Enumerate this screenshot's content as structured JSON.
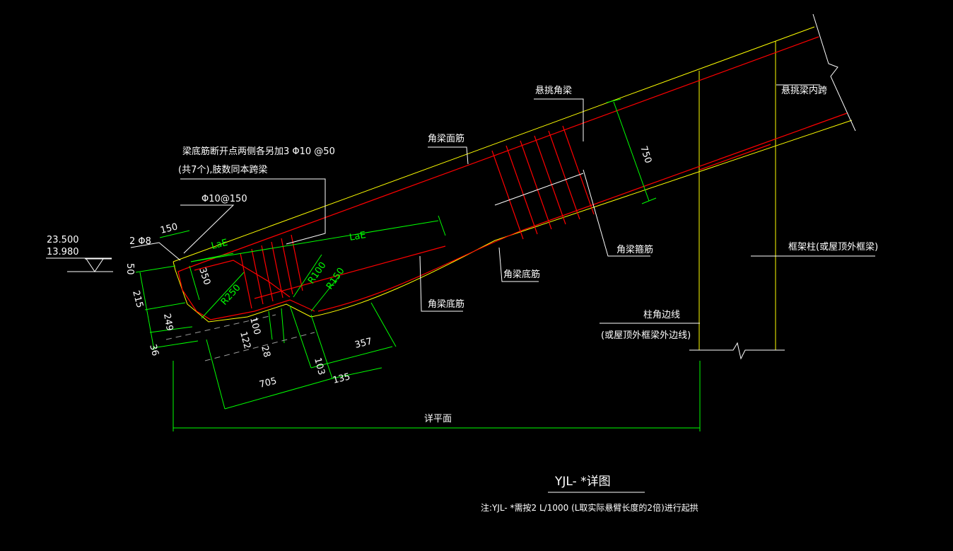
{
  "labels": {
    "cantilever_corner_beam": "悬挑角梁",
    "cantilever_inner_span": "悬挑梁内跨",
    "corner_beam_top_bar": "角梁面筋",
    "corner_beam_stirrup": "角梁箍筋",
    "corner_beam_bottom_bar_1": "角梁底筋",
    "corner_beam_bottom_bar_2": "角梁底筋",
    "frame_column": "框架柱(或屋顶外框梁)",
    "column_corner_edge": "柱角边线",
    "column_corner_edge_sub": "(或屋顶外框梁外边线)",
    "bottom_bar_note_1": "梁底筋断开点两侧各另加3 Φ10 @50",
    "bottom_bar_note_2": "(共7个),肢数同本跨梁",
    "stirrup_spec": "Φ10@150",
    "bar_2phi8": "2 Φ8",
    "elev_1": "23.500",
    "elev_2": "13.980",
    "detail_plan": "详平面"
  },
  "dimensions": {
    "d150": "150",
    "d750": "750",
    "d50": "50",
    "d215": "215",
    "d249": "249",
    "d36": "36",
    "d350": "350",
    "d100": "100",
    "d122": "122",
    "d28": "28",
    "d103": "103",
    "d357": "357",
    "d705": "705",
    "d135": "135",
    "lae_1": "LaE",
    "lae_2": "LaE",
    "r250": "R250",
    "r100": "R100",
    "r150": "R150"
  },
  "title": {
    "main": "YJL- *详图",
    "note": "注:YJL- *需按2 L/1000 (L取实际悬臂长度的2倍)进行起拱"
  }
}
